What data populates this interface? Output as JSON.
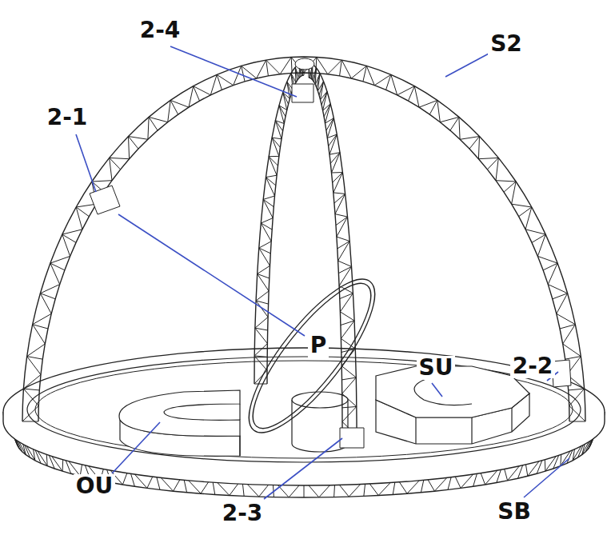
{
  "diagram": {
    "labels": [
      "2-4",
      "S2",
      "2-1",
      "P",
      "SU",
      "2-2",
      "OU",
      "2-3",
      "SB"
    ]
  }
}
